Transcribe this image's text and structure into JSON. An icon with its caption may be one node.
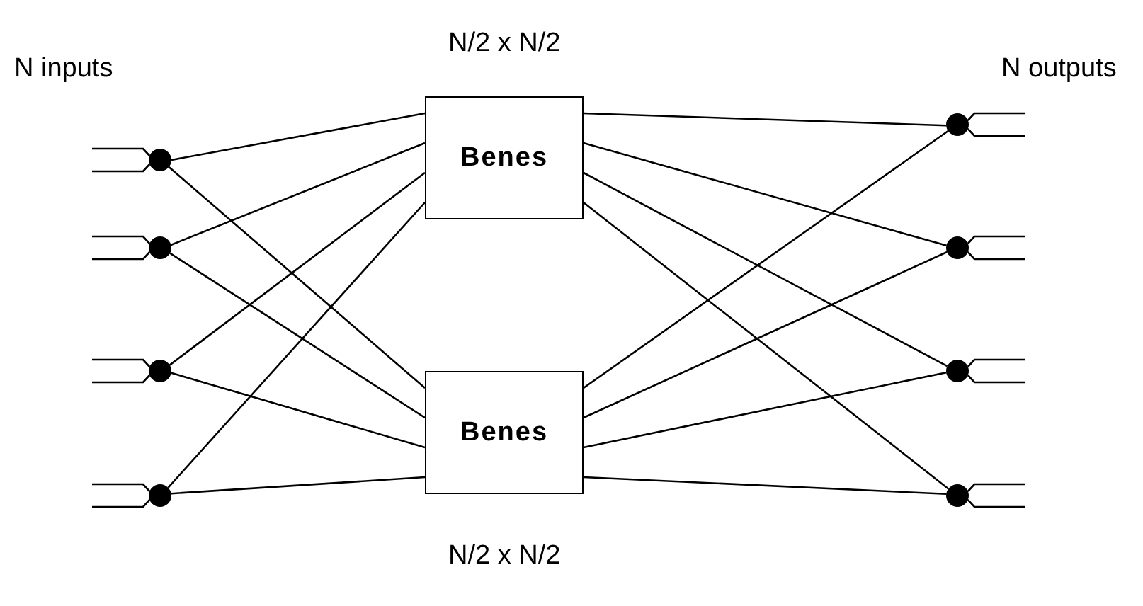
{
  "diagram": {
    "nodes": [
      {
        "text": [],
        "shape": "circle"
      },
      {
        "text": [],
        "shape": "circle"
      },
      {
        "text": [],
        "shape": "circle"
      },
      {
        "text": [],
        "shape": "circle"
      },
      {
        "text": [
          "Benes"
        ],
        "beside": [
          "N/2 x N/2"
        ]
      },
      {
        "text": [
          "Benes"
        ],
        "beside": [
          "N/2 x N/2"
        ]
      },
      {
        "text": [],
        "shape": "circle"
      },
      {
        "text": [],
        "shape": "circle"
      },
      {
        "text": [],
        "shape": "circle"
      },
      {
        "text": [],
        "shape": "circle"
      }
    ],
    "edges": [
      {
        "from": null,
        "to": 0,
        "arrow": "none"
      },
      {
        "from": null,
        "to": 0,
        "arrow": "none"
      },
      {
        "from": null,
        "to": 1,
        "arrow": "none"
      },
      {
        "from": null,
        "to": 1,
        "arrow": "none"
      },
      {
        "from": null,
        "to": 2,
        "arrow": "none"
      },
      {
        "from": null,
        "to": 2,
        "arrow": "none"
      },
      {
        "from": null,
        "to": 3,
        "arrow": "none"
      },
      {
        "from": null,
        "to": 3,
        "arrow": "none"
      },
      {
        "from": 0,
        "to": 4,
        "arrow": "none"
      },
      {
        "from": 0,
        "to": 5,
        "arrow": "none"
      },
      {
        "from": 1,
        "to": 4,
        "arrow": "none"
      },
      {
        "from": 1,
        "to": 5,
        "arrow": "none"
      },
      {
        "from": 2,
        "to": 4,
        "arrow": "none"
      },
      {
        "from": 2,
        "to": 5,
        "arrow": "none"
      },
      {
        "from": 3,
        "to": 4,
        "arrow": "none"
      },
      {
        "from": 3,
        "to": 5,
        "arrow": "none"
      },
      {
        "from": 4,
        "to": 6,
        "arrow": "none"
      },
      {
        "from": 4,
        "to": 7,
        "arrow": "none"
      },
      {
        "from": 4,
        "to": 8,
        "arrow": "none"
      },
      {
        "from": 4,
        "to": 9,
        "arrow": "none"
      },
      {
        "from": 5,
        "to": 6,
        "arrow": "none"
      },
      {
        "from": 5,
        "to": 7,
        "arrow": "none"
      },
      {
        "from": 5,
        "to": 8,
        "arrow": "none"
      },
      {
        "from": 5,
        "to": 9,
        "arrow": "none"
      },
      {
        "from": 6,
        "to": null,
        "arrow": "none"
      },
      {
        "from": 6,
        "to": null,
        "arrow": "none"
      },
      {
        "from": 7,
        "to": null,
        "arrow": "none"
      },
      {
        "from": 7,
        "to": null,
        "arrow": "none"
      },
      {
        "from": 8,
        "to": null,
        "arrow": "none"
      },
      {
        "from": 8,
        "to": null,
        "arrow": "none"
      },
      {
        "from": 9,
        "to": null,
        "arrow": "none"
      },
      {
        "from": 9,
        "to": null,
        "arrow": "none"
      }
    ],
    "labels": [
      "N inputs",
      "N outputs"
    ]
  }
}
